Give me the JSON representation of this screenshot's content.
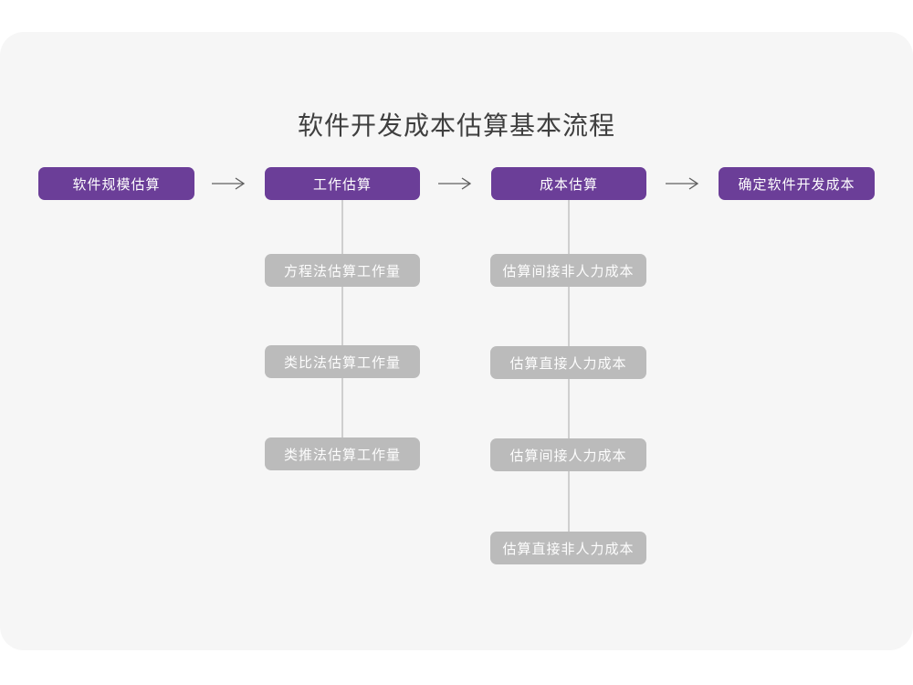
{
  "title": "软件开发成本估算基本流程",
  "colors": {
    "accent": "#6b3e98",
    "node_gray": "#bbbbbb",
    "card_bg": "#f6f6f6",
    "connector": "#cfcfcf",
    "arrow": "#5f5f5f",
    "title_text": "#3f3f3f"
  },
  "flow": {
    "main_steps": [
      {
        "label": "软件规模估算"
      },
      {
        "label": "工作估算"
      },
      {
        "label": "成本估算"
      },
      {
        "label": "确定软件开发成本"
      }
    ],
    "work_estimation_methods": [
      "方程法估算工作量",
      "类比法估算工作量",
      "类推法估算工作量"
    ],
    "cost_estimation_steps": [
      "估算间接非人力成本",
      "估算直接人力成本",
      "估算间接人力成本",
      "估算直接非人力成本"
    ]
  }
}
